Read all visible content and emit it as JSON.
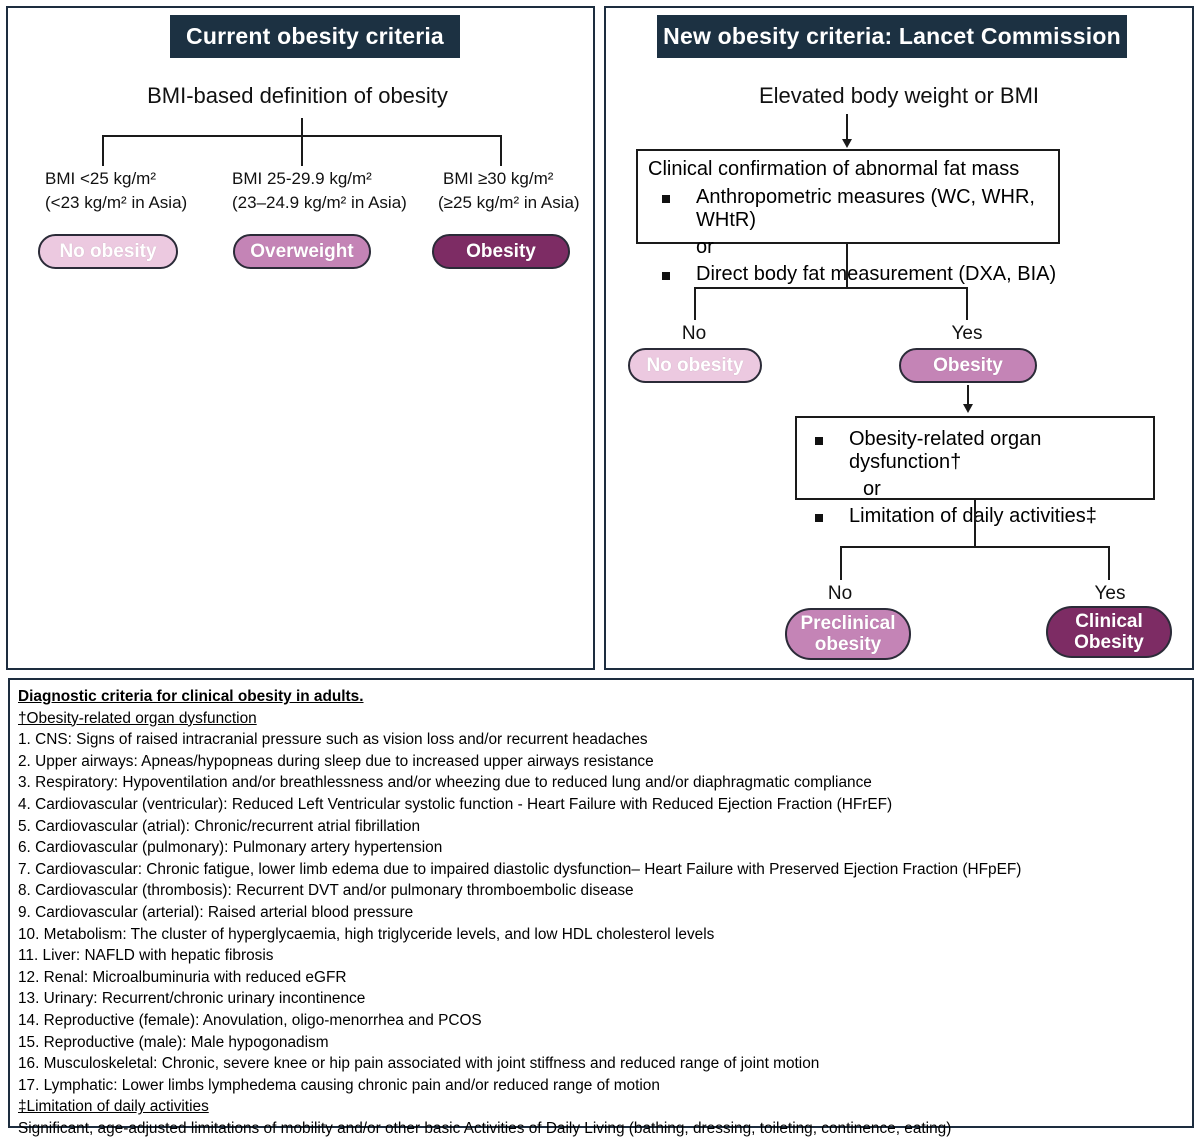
{
  "left_panel": {
    "title": "Current obesity criteria",
    "subtitle": "BMI-based definition of obesity",
    "branches": [
      {
        "line1": "BMI <25 kg/m²",
        "line2": "(<23 kg/m² in Asia)",
        "pill": "No obesity",
        "tone": "light"
      },
      {
        "line1": "BMI 25-29.9 kg/m²",
        "line2": "(23–24.9 kg/m² in Asia)",
        "pill": "Overweight",
        "tone": "mid"
      },
      {
        "line1": "BMI ≥30 kg/m²",
        "line2": "(≥25 kg/m² in Asia)",
        "pill": "Obesity",
        "tone": "dark"
      }
    ]
  },
  "right_panel": {
    "title": "New obesity criteria: Lancet Commission",
    "root": "Elevated body weight or BMI",
    "confirm_box": {
      "header": "Clinical confirmation of abnormal fat mass",
      "bullet1": "Anthropometric measures (WC, WHR, WHtR)",
      "or": "or",
      "bullet2": "Direct body fat measurement (DXA, BIA)"
    },
    "branch1": {
      "no_label": "No",
      "yes_label": "Yes",
      "no_pill": "No obesity",
      "yes_pill": "Obesity"
    },
    "criteria_box": {
      "bullet1": "Obesity-related organ dysfunction†",
      "or": "or",
      "bullet2": "Limitation of daily activities‡"
    },
    "branch2": {
      "no_label": "No",
      "yes_label": "Yes",
      "no_pill_line1": "Preclinical",
      "no_pill_line2": "obesity",
      "yes_pill_line1": "Clinical",
      "yes_pill_line2": "Obesity"
    }
  },
  "bottom_panel": {
    "title": "Diagnostic criteria for clinical obesity in adults.",
    "section1_heading": "†Obesity-related organ dysfunction",
    "items": [
      "1. CNS: Signs of raised intracranial pressure such as vision loss and/or recurrent headaches",
      "2. Upper airways: Apneas/hypopneas during sleep due to increased upper airways resistance",
      "3. Respiratory: Hypoventilation and/or breathlessness and/or wheezing due to reduced lung and/or diaphragmatic compliance",
      "4. Cardiovascular (ventricular): Reduced Left Ventricular systolic function - Heart Failure with Reduced Ejection Fraction (HFrEF)",
      "5. Cardiovascular (atrial): Chronic/recurrent atrial fibrillation",
      "6. Cardiovascular (pulmonary): Pulmonary artery hypertension",
      "7. Cardiovascular: Chronic fatigue, lower limb edema due to impaired diastolic dysfunction– Heart Failure with Preserved Ejection Fraction (HFpEF)",
      "8. Cardiovascular (thrombosis): Recurrent DVT and/or pulmonary thromboembolic disease",
      "9. Cardiovascular (arterial): Raised arterial blood pressure",
      "10. Metabolism: The cluster of hyperglycaemia, high triglyceride levels, and low HDL cholesterol levels",
      "11. Liver: NAFLD with hepatic fibrosis",
      "12. Renal: Microalbuminuria with reduced eGFR",
      "13. Urinary: Recurrent/chronic urinary incontinence",
      "14. Reproductive (female): Anovulation, oligo-menorrhea and PCOS",
      "15. Reproductive (male): Male hypogonadism",
      "16. Musculoskeletal: Chronic, severe knee or hip pain associated with joint stiffness and reduced range of joint motion",
      "17. Lymphatic: Lower limbs lymphedema causing chronic pain and/or reduced range of motion"
    ],
    "section2_heading": "‡Limitation of daily activities",
    "section2_text": "Significant, age-adjusted limitations of mobility and/or other basic Activities of Daily Living (bathing, dressing, toileting, continence, eating)"
  },
  "colors": {
    "header_navy": "#1c3142",
    "pill_light": "#ecc9e0",
    "pill_mid": "#c484b6",
    "pill_dark": "#7d2c64",
    "line": "#1a1a1a"
  }
}
